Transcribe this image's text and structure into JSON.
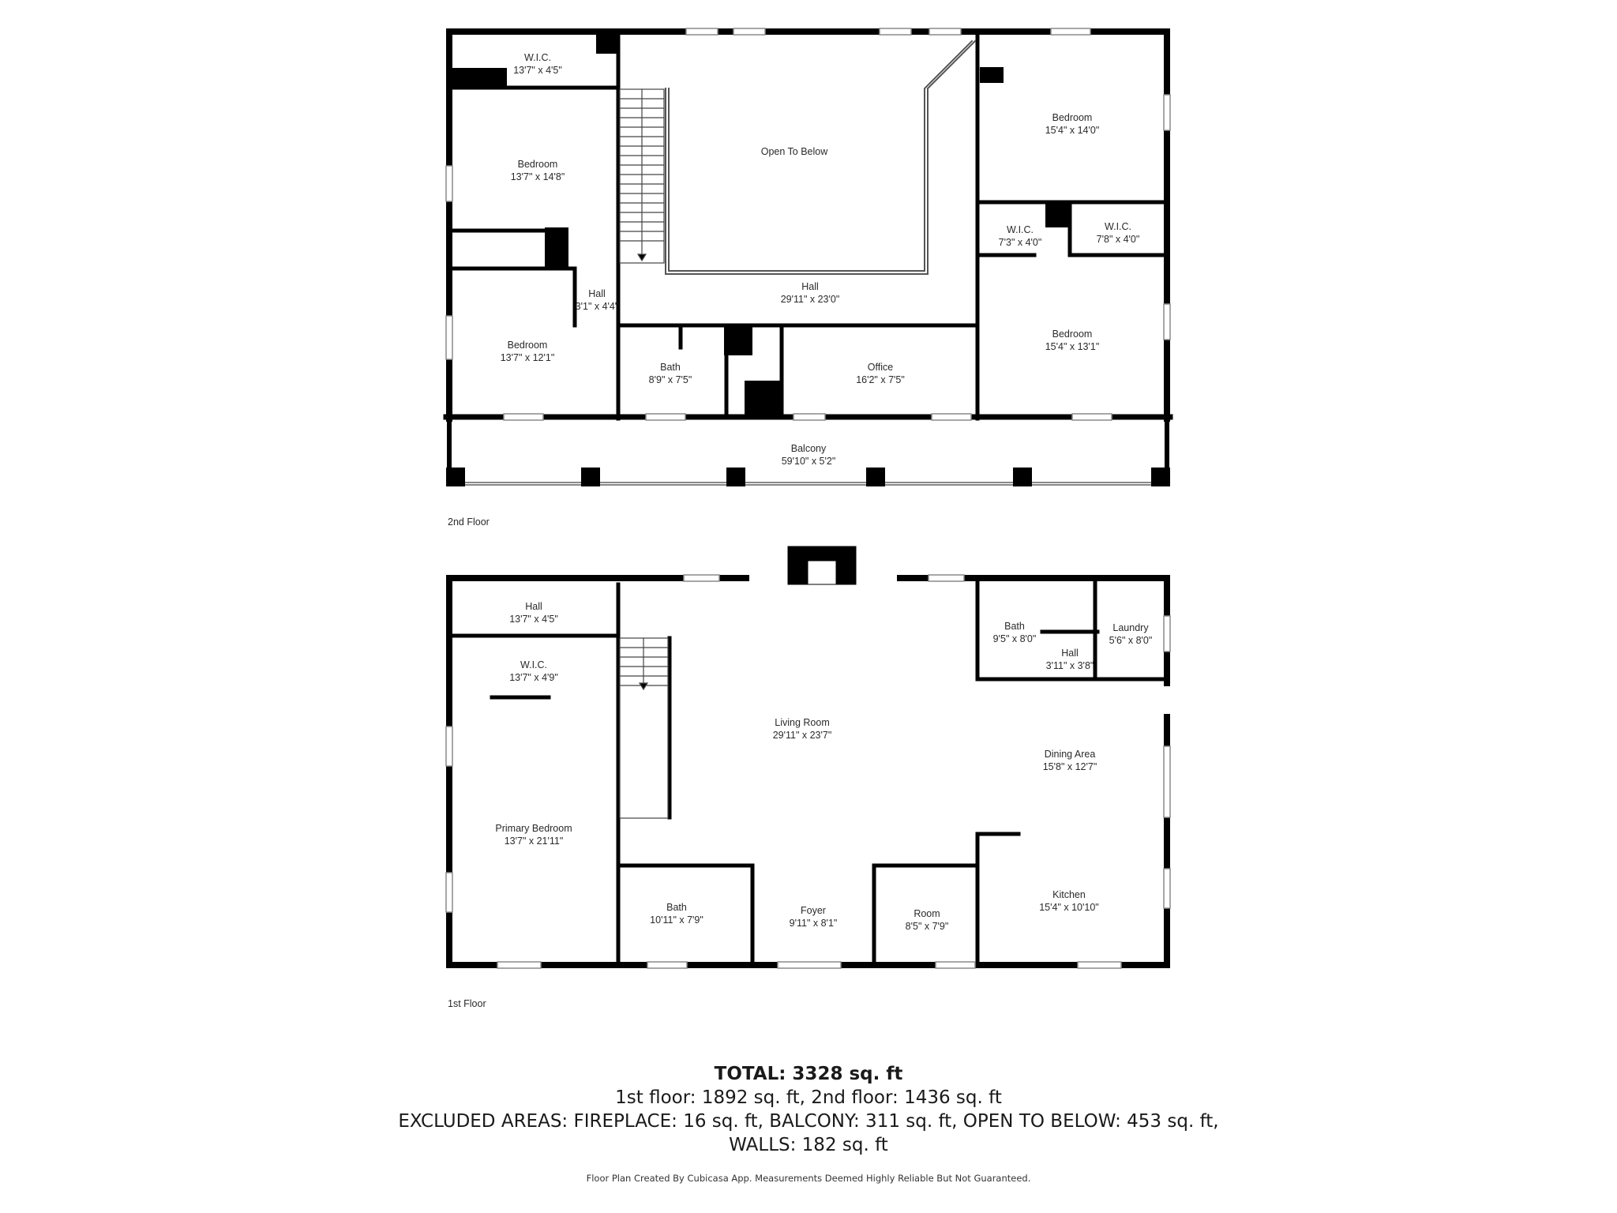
{
  "floors": {
    "second": {
      "label": "2nd Floor",
      "rooms": [
        {
          "id": "wic-nw",
          "name": "W.I.C.",
          "dim": "13'7\" x 4'5\""
        },
        {
          "id": "open-to-below",
          "name": "Open To Below",
          "dim": ""
        },
        {
          "id": "bedroom-ne",
          "name": "Bedroom",
          "dim": "15'4\" x 14'0\""
        },
        {
          "id": "bedroom-w1",
          "name": "Bedroom",
          "dim": "13'7\" x 14'8\""
        },
        {
          "id": "wic-e1",
          "name": "W.I.C.",
          "dim": "7'3\" x 4'0\""
        },
        {
          "id": "wic-e2",
          "name": "W.I.C.",
          "dim": "7'8\" x 4'0\""
        },
        {
          "id": "hall-main",
          "name": "Hall",
          "dim": "29'11\" x 23'0\""
        },
        {
          "id": "hall-small",
          "name": "Hall",
          "dim": "3'1\" x 4'4\""
        },
        {
          "id": "bedroom-w2",
          "name": "Bedroom",
          "dim": "13'7\" x 12'1\""
        },
        {
          "id": "bath-2",
          "name": "Bath",
          "dim": "8'9\" x 7'5\""
        },
        {
          "id": "office",
          "name": "Office",
          "dim": "16'2\" x 7'5\""
        },
        {
          "id": "bedroom-se",
          "name": "Bedroom",
          "dim": "15'4\" x 13'1\""
        },
        {
          "id": "balcony",
          "name": "Balcony",
          "dim": "59'10\" x 5'2\""
        }
      ]
    },
    "first": {
      "label": "1st Floor",
      "rooms": [
        {
          "id": "hall-1",
          "name": "Hall",
          "dim": "13'7\" x 4'5\""
        },
        {
          "id": "wic-1",
          "name": "W.I.C.",
          "dim": "13'7\" x 4'9\""
        },
        {
          "id": "bath-1a",
          "name": "Bath",
          "dim": "9'5\" x 8'0\""
        },
        {
          "id": "laundry",
          "name": "Laundry",
          "dim": "5'6\" x 8'0\""
        },
        {
          "id": "hall-1b",
          "name": "Hall",
          "dim": "3'11\" x 3'8\""
        },
        {
          "id": "living",
          "name": "Living Room",
          "dim": "29'11\" x 23'7\""
        },
        {
          "id": "dining",
          "name": "Dining Area",
          "dim": "15'8\" x 12'7\""
        },
        {
          "id": "primary",
          "name": "Primary Bedroom",
          "dim": "13'7\" x 21'11\""
        },
        {
          "id": "bath-1b",
          "name": "Bath",
          "dim": "10'11\" x 7'9\""
        },
        {
          "id": "foyer",
          "name": "Foyer",
          "dim": "9'11\" x 8'1\""
        },
        {
          "id": "room",
          "name": "Room",
          "dim": "8'5\" x 7'9\""
        },
        {
          "id": "kitchen",
          "name": "Kitchen",
          "dim": "15'4\" x 10'10\""
        }
      ]
    }
  },
  "summary": {
    "total": "TOTAL: 3328 sq. ft",
    "floors_line": "1st floor: 1892 sq. ft, 2nd floor: 1436 sq. ft",
    "excluded_line": "EXCLUDED AREAS: FIREPLACE: 16 sq. ft, BALCONY: 311 sq. ft, OPEN TO BELOW: 453 sq. ft,",
    "walls_line": "WALLS: 182 sq. ft"
  },
  "footnote": "Floor Plan Created By Cubicasa App. Measurements Deemed Highly Reliable But Not Guaranteed.",
  "colors": {
    "wall": "#000000",
    "window": "#9a9a9a",
    "background": "#ffffff"
  }
}
